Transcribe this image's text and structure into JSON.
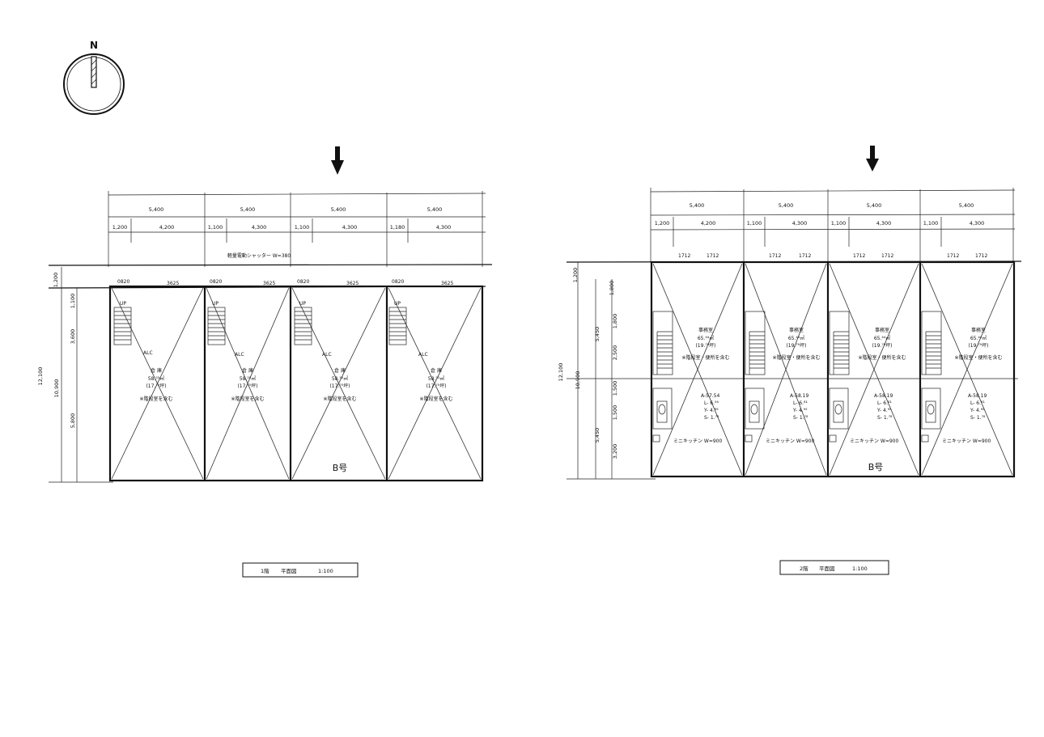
{
  "compass": {
    "north_label": "N"
  },
  "floor1": {
    "title_floor": "1階",
    "title_plan": "平面図",
    "scale": "1:100",
    "unit_label": "B号",
    "top_dims": [
      "5,400",
      "5,400",
      "5,400",
      "5,400"
    ],
    "sub_dims": [
      [
        "1,200",
        "4,200"
      ],
      [
        "1,100",
        "4,300"
      ],
      [
        "1,100",
        "4,300"
      ],
      [
        "1,180",
        "4,300"
      ]
    ],
    "shutter_note": "軽量電動シャッター W=380",
    "dim_3625": [
      "3625",
      "3625",
      "3625",
      "3625"
    ],
    "d0820": "0820",
    "up": "UP",
    "alc": "ALC",
    "rooms": [
      {
        "name": "倉 庫",
        "area": "58.⁵⁵㎡",
        "tsubo": "(17.⁷⁰坪)",
        "note": "※階段室を含む"
      },
      {
        "name": "倉 庫",
        "area": "58.⁵⁵㎡",
        "tsubo": "(17.⁷⁰坪)",
        "note": "※階段室を含む"
      },
      {
        "name": "倉 庫",
        "area": "58.⁵⁵㎡",
        "tsubo": "(17.⁷⁰坪)",
        "note": "※階段室を含む"
      },
      {
        "name": "倉 庫",
        "area": "58.⁵⁵㎡",
        "tsubo": "(17.⁷⁰坪)",
        "note": "※階段室を含む"
      }
    ],
    "left_dims": {
      "total": "12,100",
      "inner": "10,900",
      "top": "1,200",
      "a": "1,100",
      "b": "3,600",
      "c": "5,800"
    }
  },
  "floor2": {
    "title_floor": "2階",
    "title_plan": "平面図",
    "scale": "1:100",
    "unit_label": "B号",
    "top_dims": [
      "5,400",
      "5,400",
      "5,400",
      "5,400"
    ],
    "sub_dims": [
      [
        "1,200",
        "4,200"
      ],
      [
        "1,100",
        "4,300"
      ],
      [
        "1,100",
        "4,300"
      ],
      [
        "1,100",
        "4,300"
      ]
    ],
    "grid_1712": "1712",
    "mini_kitchen": "ミニキッチン W=900",
    "rooms": [
      {
        "name": "事務室",
        "area": "65.⁴⁴㎡",
        "tsubo": "(19.⁷⁹坪)",
        "note": "※階段室・便所を含む",
        "A": "A-57.54",
        "L": "L- 6.⁵⁶",
        "Y": "Y- 4.⁸⁹",
        "S": "S- 1.⁷⁸"
      },
      {
        "name": "事務室",
        "area": "65.⁴⁴㎡",
        "tsubo": "(19.⁷⁹坪)",
        "note": "※階段室・便所を含む",
        "A": "A-58.19",
        "L": "L- 6.⁸¹",
        "Y": "Y- 4.⁹⁵",
        "S": "S- 1.⁷⁸"
      },
      {
        "name": "事務室",
        "area": "65.⁴⁴㎡",
        "tsubo": "(19.⁷⁹坪)",
        "note": "※階段室・便所を含む",
        "A": "A-58.19",
        "L": "L- 6.⁸¹",
        "Y": "Y- 4.⁹⁵",
        "S": "S- 1.⁷⁸"
      },
      {
        "name": "事務室",
        "area": "65.⁴⁴㎡",
        "tsubo": "(19.⁷⁹坪)",
        "note": "※階段室・便所を含む",
        "A": "A-58.19",
        "L": "L- 6.⁸¹",
        "Y": "Y- 4.⁹⁵",
        "S": "S- 1.⁷⁸"
      }
    ],
    "left_dims": {
      "total": "12,100",
      "inner": "10,900",
      "top": "1,200",
      "a": "1,800",
      "b": "2,500",
      "c": "1,800",
      "d": "5,450",
      "e": "1,500",
      "f": "1,500",
      "g": "3,200",
      "h": "5,450"
    }
  }
}
